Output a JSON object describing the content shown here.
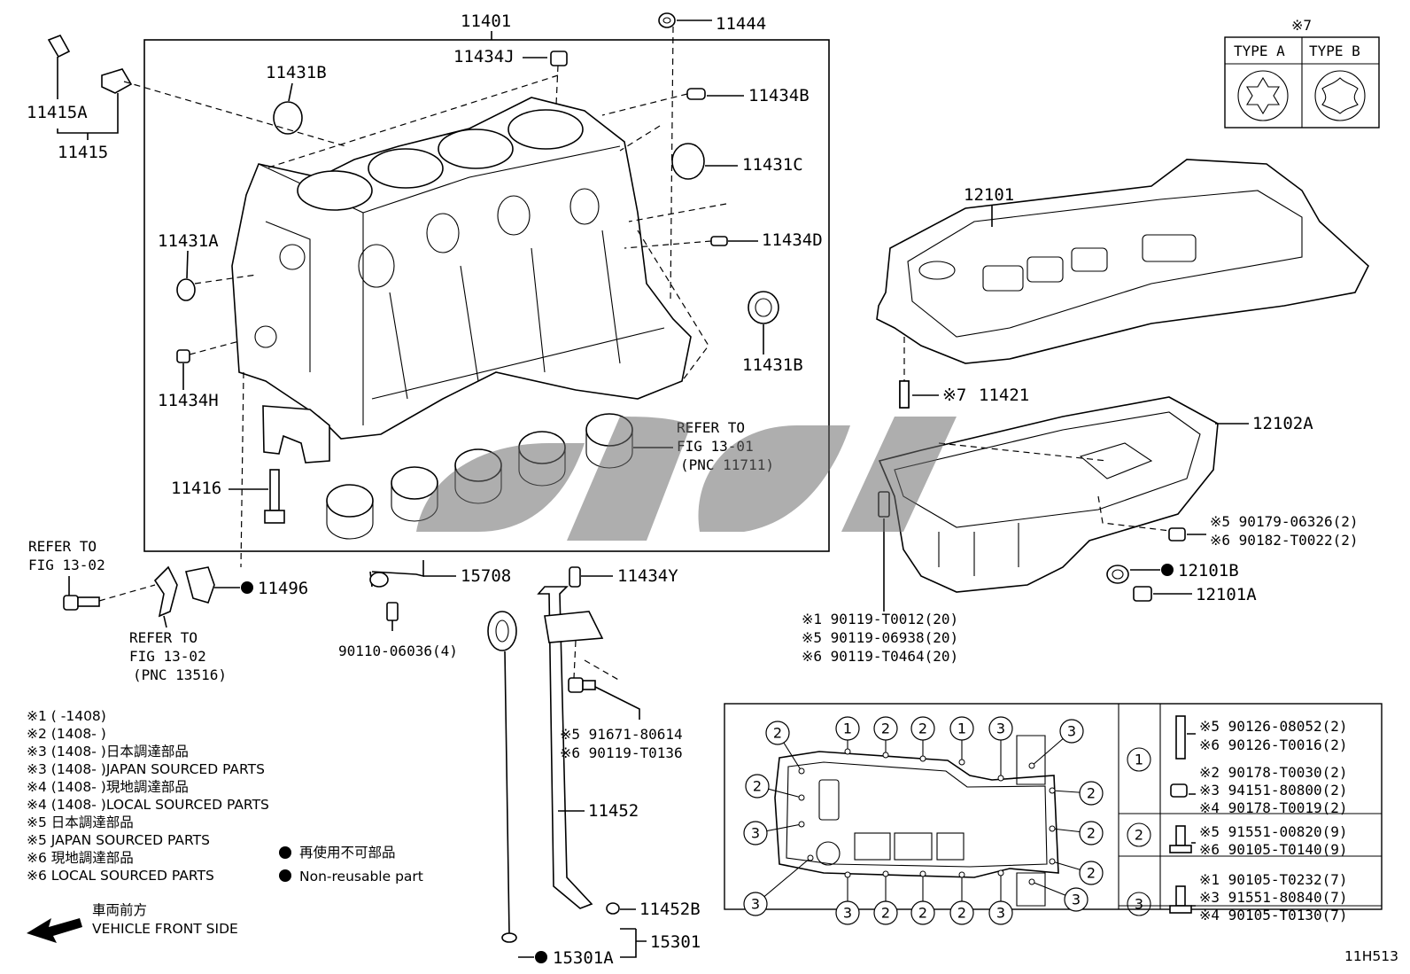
{
  "labels": {
    "p11401": "11401",
    "p11444": "11444",
    "p11434J": "11434J",
    "p11431B_top": "11431B",
    "p11434B": "11434B",
    "p11431C": "11431C",
    "p11431A": "11431A",
    "p11434D": "11434D",
    "p11431B_right": "11431B",
    "p11434H": "11434H",
    "p11415A": "11415A",
    "p11415": "11415",
    "p11416": "11416",
    "p11496": "11496",
    "p15708": "15708",
    "p11434Y": "11434Y",
    "p90110": "90110-06036(4)",
    "p11452": "11452",
    "p11452B": "11452B",
    "p15301": "15301",
    "p15301A": "15301A",
    "p12101": "12101",
    "p11421": "11421",
    "p11421_mark": "※7",
    "p12102A": "12102A",
    "p12101B": "12101B",
    "p12101A": "12101A",
    "diagram_code": "11H513"
  },
  "refer_to": {
    "left_1": "REFER TO",
    "left_2": "FIG 13-02",
    "mid_1": "REFER TO",
    "mid_2": "FIG 13-02",
    "mid_3": "(PNC 13516)",
    "right_1": "REFER TO",
    "right_2": "FIG 13-01",
    "right_3": "(PNC 11711)"
  },
  "bolt_labels": {
    "dipstick_1": "※5 91671-80614",
    "dipstick_2": "※6 90119-T0136",
    "pan_nut_1": "※5 90179-06326(2)",
    "pan_nut_2": "※6 90182-T0022(2)",
    "pan_bolt_1": "※1 90119-T0012(20)",
    "pan_bolt_2": "※5 90119-06938(20)",
    "pan_bolt_3": "※6 90119-T0464(20)"
  },
  "type_table": {
    "mark": "※7",
    "type_a": "TYPE A",
    "type_b": "TYPE B"
  },
  "notes": [
    "※1 (      -1408)",
    "※2 (1408-      )",
    "※3 (1408-      )日本調達部品",
    "※3 (1408-      )JAPAN SOURCED PARTS",
    "※4 (1408-      )現地調達部品",
    "※4 (1408-      )LOCAL SOURCED PARTS",
    "※5 日本調達部品",
    "※5 JAPAN SOURCED PARTS",
    "※6 現地調達部品",
    "※6 LOCAL SOURCED PARTS"
  ],
  "legend": {
    "non_reusable_jp": "再使用不可部品",
    "non_reusable_en": "Non-reusable part",
    "front_jp": "車両前方",
    "front_en": "VEHICLE FRONT SIDE"
  },
  "bolt_table": {
    "rows": [
      {
        "id": "1",
        "lines": [
          "※5 90126-08052(2)",
          "※6 90126-T0016(2)",
          "※2 90178-T0030(2)",
          "※3 94151-80800(2)",
          "※4 90178-T0019(2)"
        ]
      },
      {
        "id": "2",
        "lines": [
          "※5 91551-00820(9)",
          "※6 90105-T0140(9)"
        ]
      },
      {
        "id": "3",
        "lines": [
          "※1 90105-T0232(7)",
          "※3 91551-80840(7)",
          "※4 90105-T0130(7)"
        ]
      }
    ]
  },
  "pan_callouts": {
    "top": [
      "1",
      "2",
      "2",
      "1",
      "3",
      "3"
    ],
    "left": [
      "2",
      "2",
      "3",
      "3"
    ],
    "right": [
      "2",
      "2",
      "2"
    ],
    "bottom": [
      "3",
      "2",
      "2",
      "2",
      "3",
      "3"
    ]
  }
}
